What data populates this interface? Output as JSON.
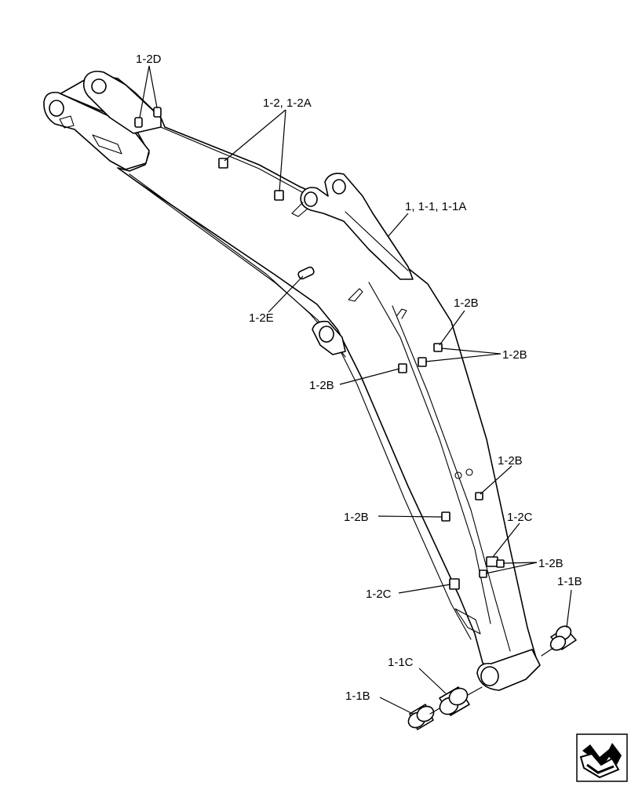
{
  "callouts": {
    "c_1_2d": "1-2D",
    "c_1_2_1_2a": "1-2, 1-2A",
    "c_1_1_1_1a": "1, 1-1, 1-1A",
    "c_1_2e": "1-2E",
    "c_1_2b_top": "1-2B",
    "c_1_2b_right": "1-2B",
    "c_1_2b_left": "1-2B",
    "c_1_2b_mid": "1-2B",
    "c_1_2b_lowleft": "1-2B",
    "c_1_2c_right": "1-2C",
    "c_1_2b_lowright": "1-2B",
    "c_1_2c_left": "1-2C",
    "c_1_1b_right": "1-1B",
    "c_1_1c": "1-1C",
    "c_1_1b_left": "1-1B"
  },
  "nav": {
    "icon": "next-page-arrow-icon"
  }
}
